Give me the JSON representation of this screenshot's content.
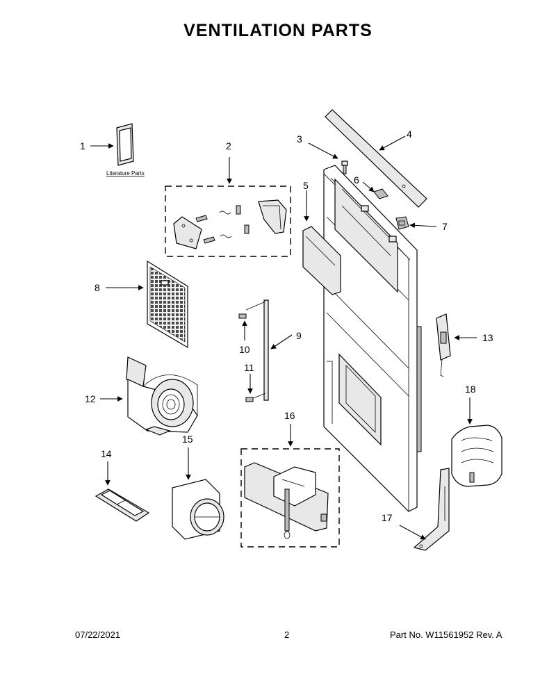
{
  "title": "VENTILATION PARTS",
  "literature_label": "Literature Parts",
  "callouts": [
    "1",
    "2",
    "3",
    "4",
    "5",
    "6",
    "7",
    "8",
    "9",
    "10",
    "11",
    "12",
    "13",
    "14",
    "15",
    "16",
    "17",
    "18"
  ],
  "footer": {
    "date": "07/22/2021",
    "page": "2",
    "part_number": "Part No.  W11561952  Rev.  A"
  }
}
